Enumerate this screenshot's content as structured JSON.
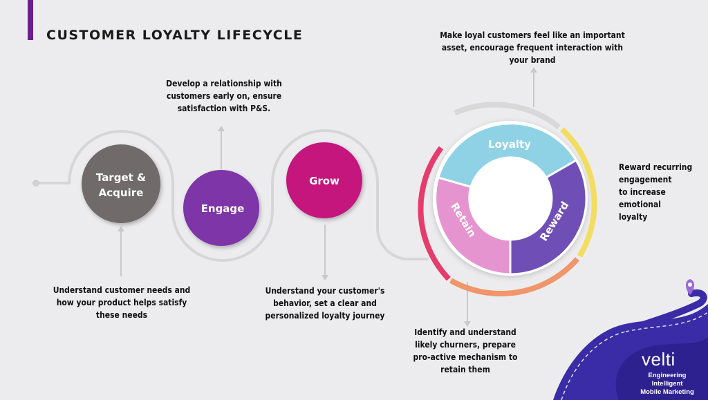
{
  "title": "CUSTOMER LOYALTY LIFECYCLE",
  "stages": [
    {
      "label_line1": "Target &",
      "label_line2": "Acquire",
      "color": "#706a6a",
      "description": "Understand customer needs and\nhow your product helps satisfy\nthese needs"
    },
    {
      "label": "Engage",
      "color": "#7d35a7",
      "description": "Develop a relationship with\ncustomers early on, ensure\nsatisfaction with P&S."
    },
    {
      "label": "Grow",
      "color": "#c4127d",
      "description": "Understand your customer's\nbehavior, set a clear and\npersonalized loyalty journey"
    }
  ],
  "cycle": {
    "segments": [
      {
        "label": "Loyalty",
        "color": "#8fd2e6"
      },
      {
        "label": "Reward",
        "color": "#6f4fb6"
      },
      {
        "label": "Retain",
        "color": "#e694cf"
      }
    ],
    "arc_colors": {
      "top": "#d8d8d8",
      "right": "#f2dd61",
      "bottom": "#f0966a",
      "left": "#e63c6c"
    },
    "notes": {
      "loyalty": "Make loyal customers feel like an important\nasset, encourage frequent interaction with\nyour brand",
      "reward": "Reward recurring\nengagement\nto increase emotional\nloyalty",
      "retain": "Identify and understand\nlikely churners, prepare\npro-active mechanism to\nretain them"
    }
  },
  "brand": {
    "name": "velti",
    "tagline": "Engineering Intelligent\nMobile Marketing",
    "road_color": "#3a2ba6",
    "pin_color": "#9a6ad6"
  }
}
